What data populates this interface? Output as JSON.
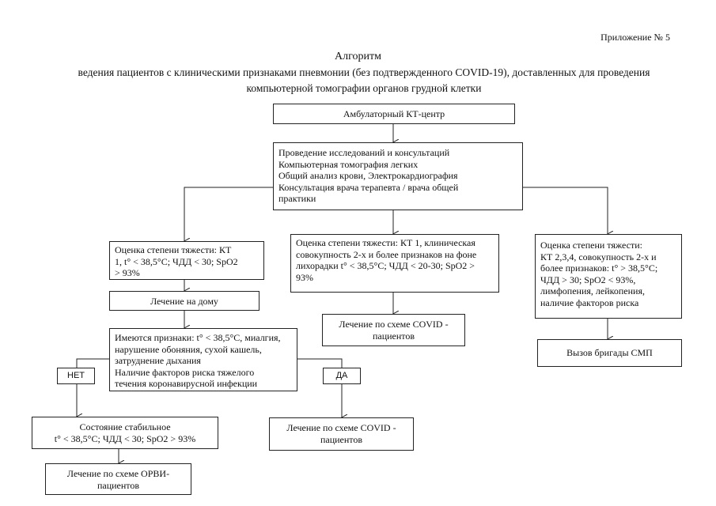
{
  "appendix": "Приложение № 5",
  "title": "Алгоритм",
  "subtitle": "ведения пациентов с клиническими признаками пневмонии (без подтвержденного COVID-19), доставленных для проведения компьютерной томографии органов грудной клетки",
  "nodes": {
    "ct_center": "Амбулаторный КТ-центр",
    "exams": [
      "Проведение исследований и консультаций",
      "Компьютерная томография легких",
      "Общий анализ крови, Электрокардиография",
      "Консультация врача терапевта / врача общей",
      "практики"
    ],
    "sev_left": [
      "Оценка степени тяжести: КТ",
      "1, t° < 38,5°С; ЧДД < 30; SpO2",
      "> 93%"
    ],
    "sev_mid": [
      "Оценка степени тяжести: КТ 1, клиническая",
      "совокупность 2-х и более признаков на фоне",
      "лихорадки t° < 38,5°С; ЧДД < 20-30; SpO2 >",
      "93%"
    ],
    "sev_right": [
      "Оценка степени тяжести:",
      "КТ 2,3,4, совокупность 2-х и",
      "более признаков: t° > 38,5°С;",
      "ЧДД > 30; SpO2 < 93%,",
      "лимфопения, лейкопения,",
      "наличие факторов риска"
    ],
    "home": "Лечение на дому",
    "covid_mid": [
      "Лечение по схеме COVID -",
      "пациентов"
    ],
    "smp": "Вызов бригады СМП",
    "signs": [
      "Имеются признаки: t° < 38,5°С, миалгия,",
      "нарушение обоняния, сухой кашель,",
      "затруднение дыхания",
      "Наличие факторов риска тяжелого",
      "течения коронавирусной инфекции"
    ],
    "no": "НЕТ",
    "yes": "ДА",
    "stable": [
      "Состояние стабильное",
      "t° < 38,5°С; ЧДД < 30; SpO2 > 93%"
    ],
    "covid_low": [
      "Лечение по схеме COVID -",
      "пациентов"
    ],
    "orvi": [
      "Лечение по схеме ОРВИ-",
      "пациентов"
    ]
  }
}
